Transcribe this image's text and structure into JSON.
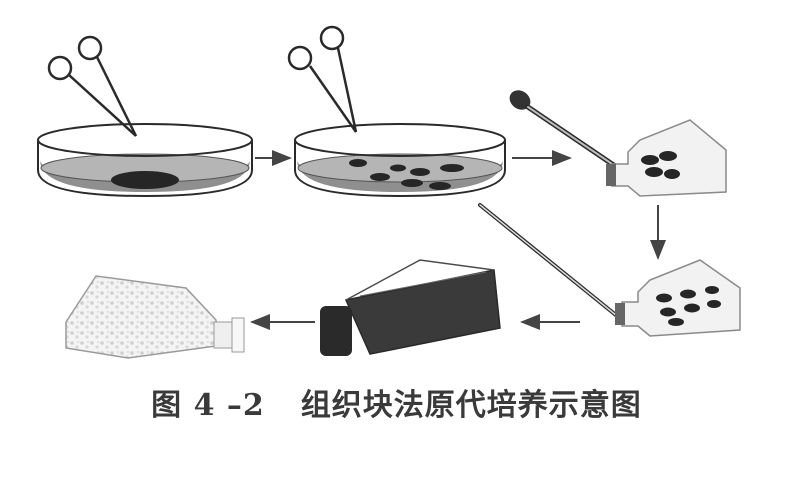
{
  "caption": {
    "number": "图 4 –2",
    "title": "组织块法原代培养示意图"
  },
  "steps": [
    {
      "id": 1,
      "object": "petri-dish",
      "content": "large-tissue-block",
      "tool": "scissors"
    },
    {
      "id": 2,
      "object": "petri-dish",
      "content": "minced-tissue-pieces",
      "tool": "scissors"
    },
    {
      "id": 3,
      "object": "culture-flask",
      "content": "tissue-pieces-transferred",
      "tool": "pipette"
    },
    {
      "id": 4,
      "object": "culture-flask",
      "content": "tissue-pieces-spread",
      "tool": "glass-rod"
    },
    {
      "id": 5,
      "object": "culture-flask",
      "content": "filled-with-medium",
      "tool": ""
    },
    {
      "id": 6,
      "object": "culture-flask",
      "content": "cells-grown",
      "tool": ""
    }
  ],
  "colors": {
    "ink": "#2a2a2a",
    "medium": "#8f8f8f",
    "tissue": "#262626",
    "dark_fill": "#3a3a3a"
  }
}
